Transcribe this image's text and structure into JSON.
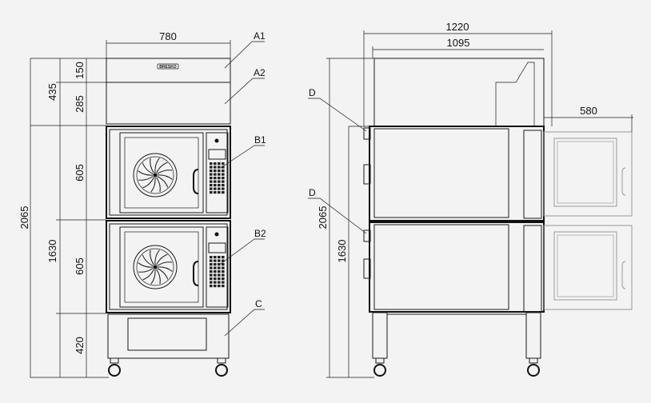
{
  "front_view": {
    "width_label": "780",
    "total_height_label": "2065",
    "upper_height_label": "435",
    "hood_top_label": "150",
    "hood_bottom_label": "285",
    "lower_height_label": "1630",
    "oven_top_label": "605",
    "oven_bottom_label": "605",
    "stand_label": "420",
    "brand_text": "BRESKO",
    "callouts": [
      "A1",
      "A2",
      "B1",
      "B2",
      "C"
    ]
  },
  "side_view": {
    "overall_depth_label": "1220",
    "body_depth_label": "1095",
    "door_swing_label": "580",
    "total_height_label": "2065",
    "lower_height_label": "1630",
    "callouts": [
      "D",
      "D"
    ]
  },
  "colors": {
    "line": "#1a1a1a",
    "background": "#f3f3f3",
    "ghost_door": "#9a9a9a"
  }
}
